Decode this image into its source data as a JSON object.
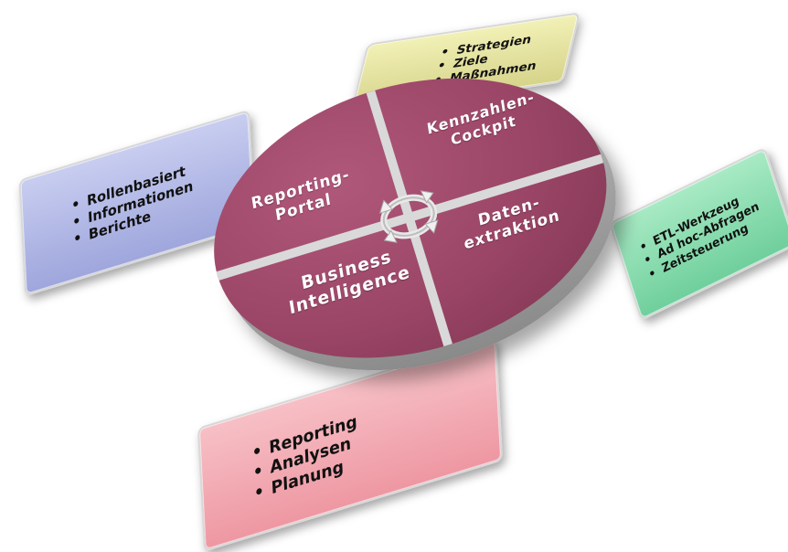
{
  "segments": {
    "top_left": [
      "Reporting-",
      "Portal"
    ],
    "top_right": [
      "Kennzahlen-",
      "Cockpit"
    ],
    "bottom_left": [
      "Business",
      "Intelligence"
    ],
    "bottom_right": [
      "Daten-",
      "extraktion"
    ]
  },
  "cards": {
    "yellow": {
      "items": [
        "Strategien",
        "Ziele",
        "Maßnahmen"
      ],
      "color": "#e6e3a2"
    },
    "blue": {
      "items": [
        "Rollenbasiert",
        "Informationen",
        "Berichte"
      ],
      "color": "#b3b9e6"
    },
    "green": {
      "items": [
        "ETL-Werkzeug",
        "Ad hoc-Abfragen",
        "Zeitsteuerung"
      ],
      "color": "#8fdcb1"
    },
    "pink": {
      "items": [
        "Reporting",
        "Analysen",
        "Planung"
      ],
      "color": "#f2aab3"
    }
  },
  "disc_color": "#9a4566",
  "center_icon": "cycle-arrows-icon"
}
